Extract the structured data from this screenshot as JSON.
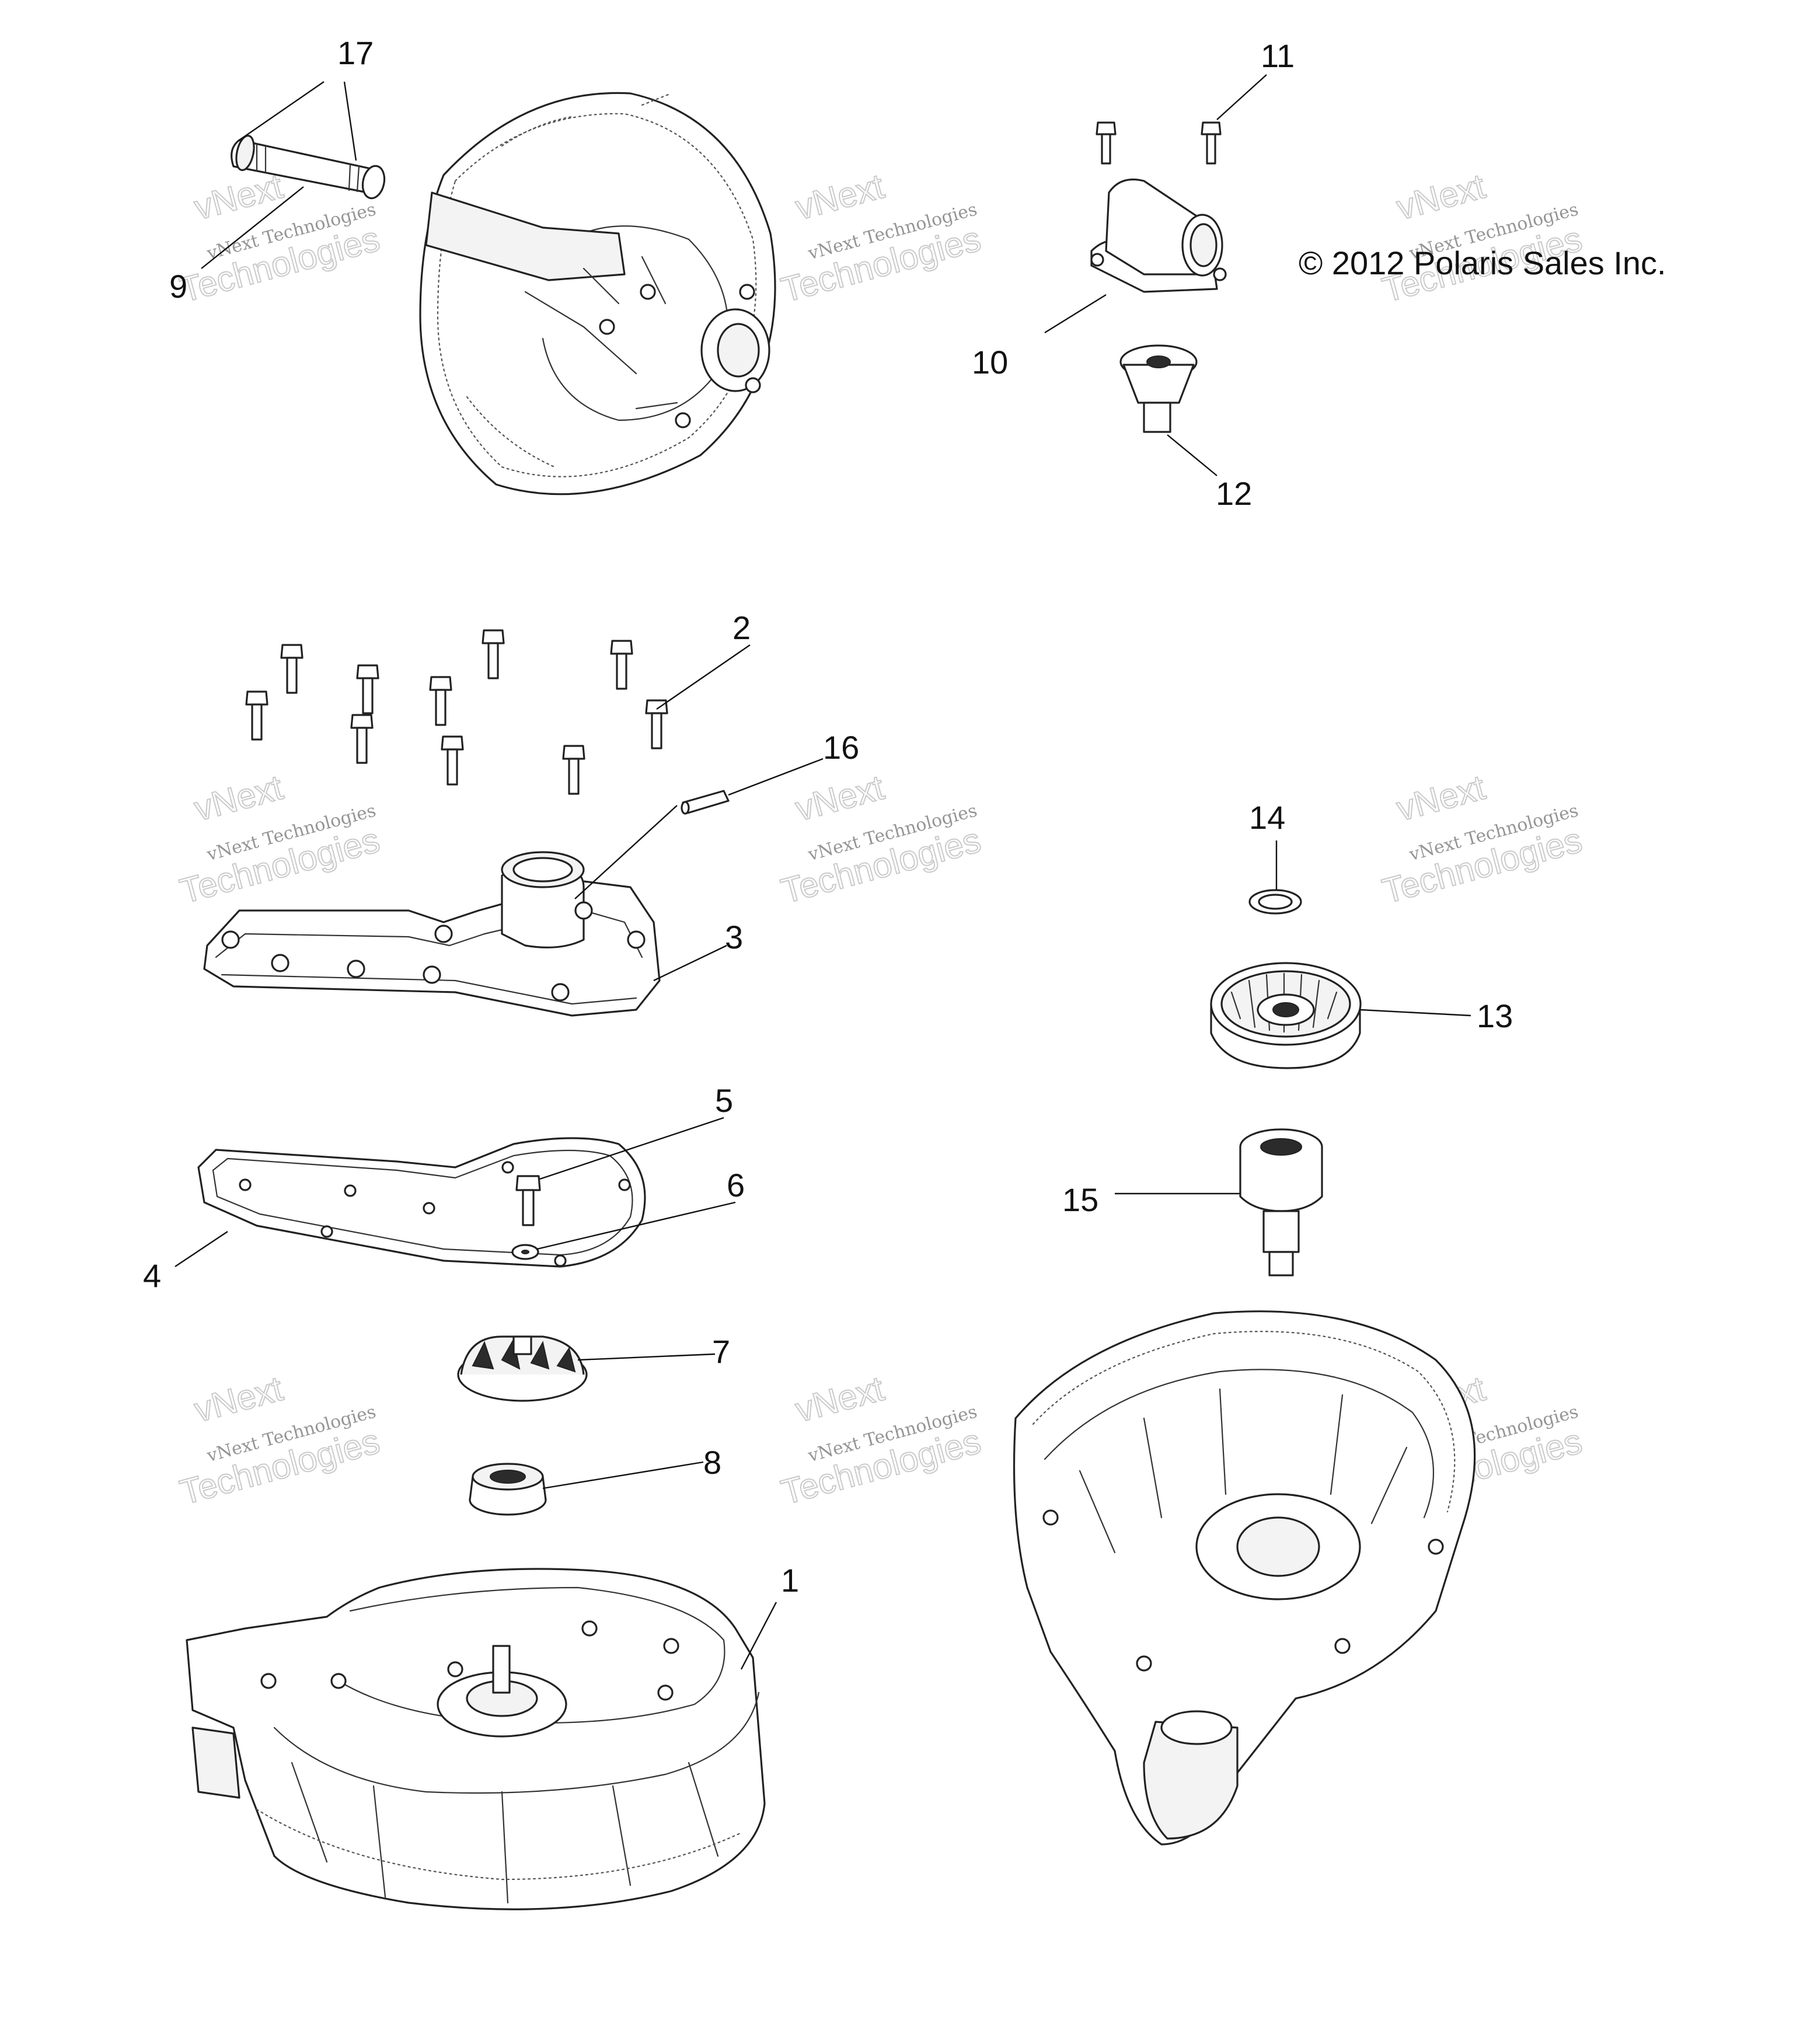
{
  "copyright": "© 2012 Polaris Sales Inc.",
  "watermark": {
    "small_text": "vNext Technologies",
    "big_text": "Technologies",
    "top_text": "vNext"
  },
  "callouts": [
    {
      "id": "c1",
      "label": "1"
    },
    {
      "id": "c2",
      "label": "2"
    },
    {
      "id": "c3",
      "label": "3"
    },
    {
      "id": "c4",
      "label": "4"
    },
    {
      "id": "c5",
      "label": "5"
    },
    {
      "id": "c6",
      "label": "6"
    },
    {
      "id": "c7",
      "label": "7"
    },
    {
      "id": "c8",
      "label": "8"
    },
    {
      "id": "c9",
      "label": "9"
    },
    {
      "id": "c10",
      "label": "10"
    },
    {
      "id": "c11",
      "label": "11"
    },
    {
      "id": "c12",
      "label": "12"
    },
    {
      "id": "c13",
      "label": "13"
    },
    {
      "id": "c14",
      "label": "14"
    },
    {
      "id": "c15",
      "label": "15"
    },
    {
      "id": "c16",
      "label": "16"
    },
    {
      "id": "c17",
      "label": "17"
    }
  ]
}
